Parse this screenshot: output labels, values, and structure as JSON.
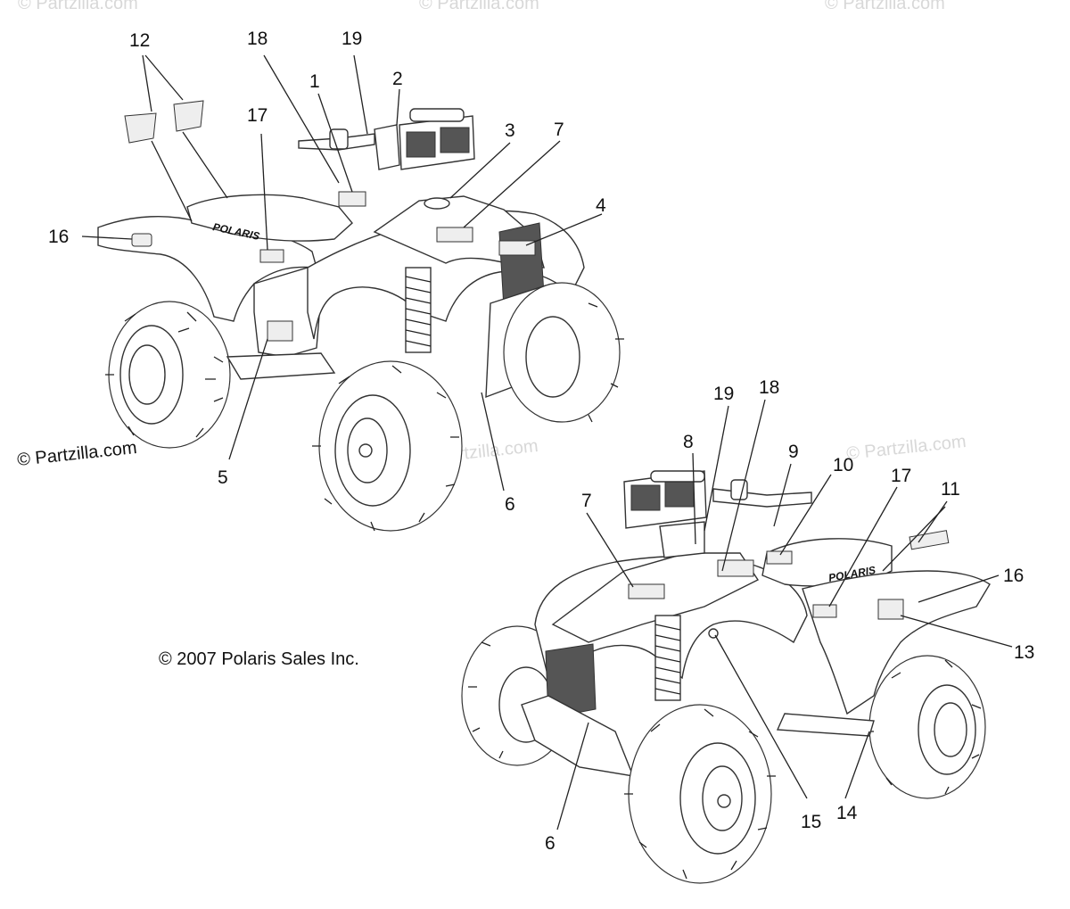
{
  "watermarks": [
    "© Partzilla.com",
    "© Partzilla.com",
    "© Partzilla.com",
    "© Partzilla.com",
    "© Partzilla.com"
  ],
  "copyright_partzilla": "© Partzilla.com",
  "copyright_polaris": "© 2007 Polaris Sales Inc.",
  "brand_decal": "POLARIS",
  "callouts_view_1": [
    "12",
    "18",
    "19",
    "1",
    "2",
    "3",
    "7",
    "4",
    "17",
    "16",
    "5",
    "6"
  ],
  "callouts_view_2": [
    "19",
    "18",
    "8",
    "9",
    "10",
    "17",
    "11",
    "7",
    "16",
    "13",
    "6",
    "15",
    "14"
  ]
}
